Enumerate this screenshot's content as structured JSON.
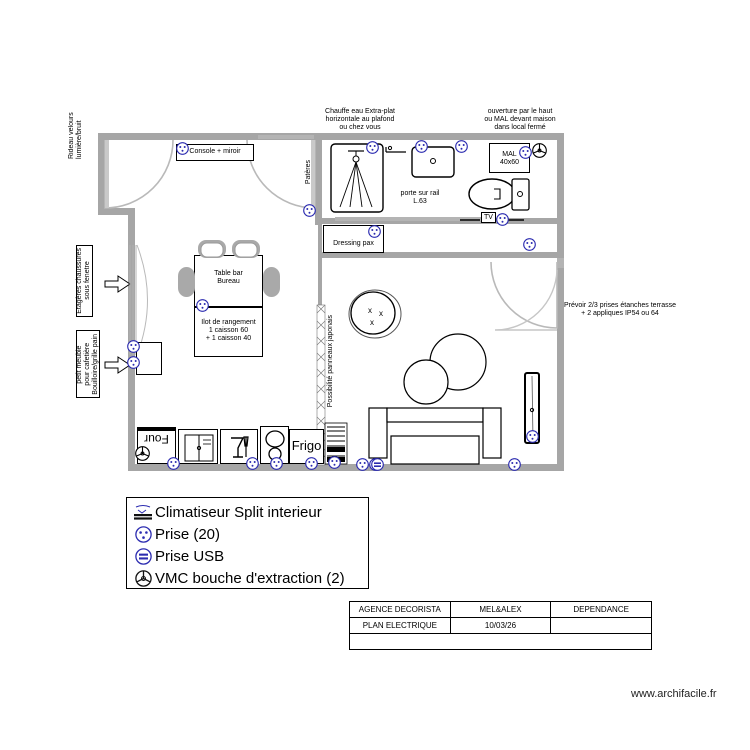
{
  "document": {
    "footer_url": "www.archifacile.fr"
  },
  "annotations": {
    "water_heater": "Chauffe eau Extra-plat\nhorizontale au plafond\nou chez vous",
    "opening": "ouverture par le haut\nou MAL devant maison\ndans local fermé",
    "curtain": "Rideau velours\nlumière/bruit",
    "shoe_shelves": "Etagères chaussures\nsous fenetre",
    "small_furniture": "petit meuble\npour cafetière\nBouilloire/grille pain",
    "terrace": "Prévoir 2/3 prises étanches terrasse\n+ 2 appliques IP54 ou 64",
    "pateres": "Patères",
    "japanese_panels": "Possibilité panneaux japonais",
    "sliding_door": "porte sur rail\nL.63"
  },
  "furniture": {
    "console": "Console + miroir",
    "table_bar": "Table bar\nBureau",
    "island": "Ilot de rangement\n1 caisson 60\n+ 1 caisson 40",
    "dressing": "Dressing pax",
    "mal": "MAL\n40x60",
    "tv": "TV",
    "oven": "Four",
    "fridge": "Frigo"
  },
  "legend": {
    "items": [
      {
        "icon": "split-ac-icon",
        "label": "Climatiseur Split interieur"
      },
      {
        "icon": "outlet-icon",
        "label": "Prise (20)"
      },
      {
        "icon": "usb-outlet-icon",
        "label": "Prise USB"
      },
      {
        "icon": "vmc-icon",
        "label": "VMC bouche d'extraction (2)"
      }
    ]
  },
  "title_block": {
    "rows": [
      [
        "AGENCE DECORISTA",
        "MEL&ALEX",
        "DEPENDANCE"
      ],
      [
        "PLAN ELECTRIQUE",
        "10/03/26",
        ""
      ],
      [
        "",
        "",
        ""
      ]
    ]
  },
  "colors": {
    "symbol": "#2b2bb0",
    "wall": "#a6a6a6",
    "line": "#000000"
  }
}
